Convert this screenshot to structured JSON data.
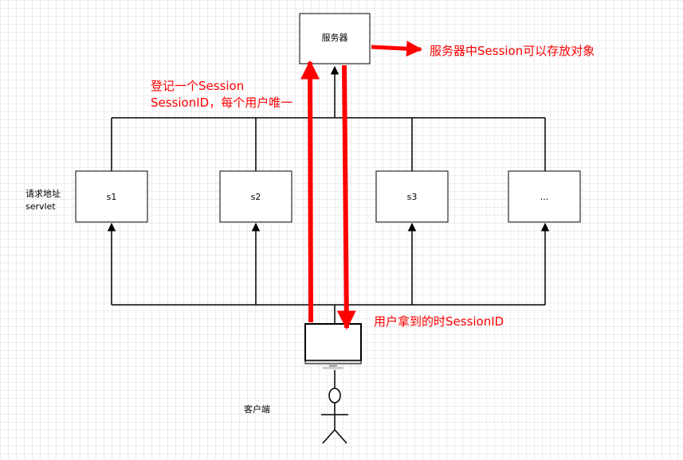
{
  "nodes": {
    "server": "服务器",
    "s1": "s1",
    "s2": "s2",
    "s3": "s3",
    "more": "..."
  },
  "labels": {
    "request_line1": "请求地址",
    "request_line2": "servlet",
    "client": "客户端"
  },
  "annotations": {
    "server_store": "服务器中Session可以存放对象",
    "register_line1": "登记一个Session",
    "register_line2": "SessionID，每个用户唯一",
    "user_receives": "用户拿到的时SessionID"
  },
  "colors": {
    "line": "#000000",
    "annotation": "#ff0000",
    "grid": "#ececec"
  }
}
